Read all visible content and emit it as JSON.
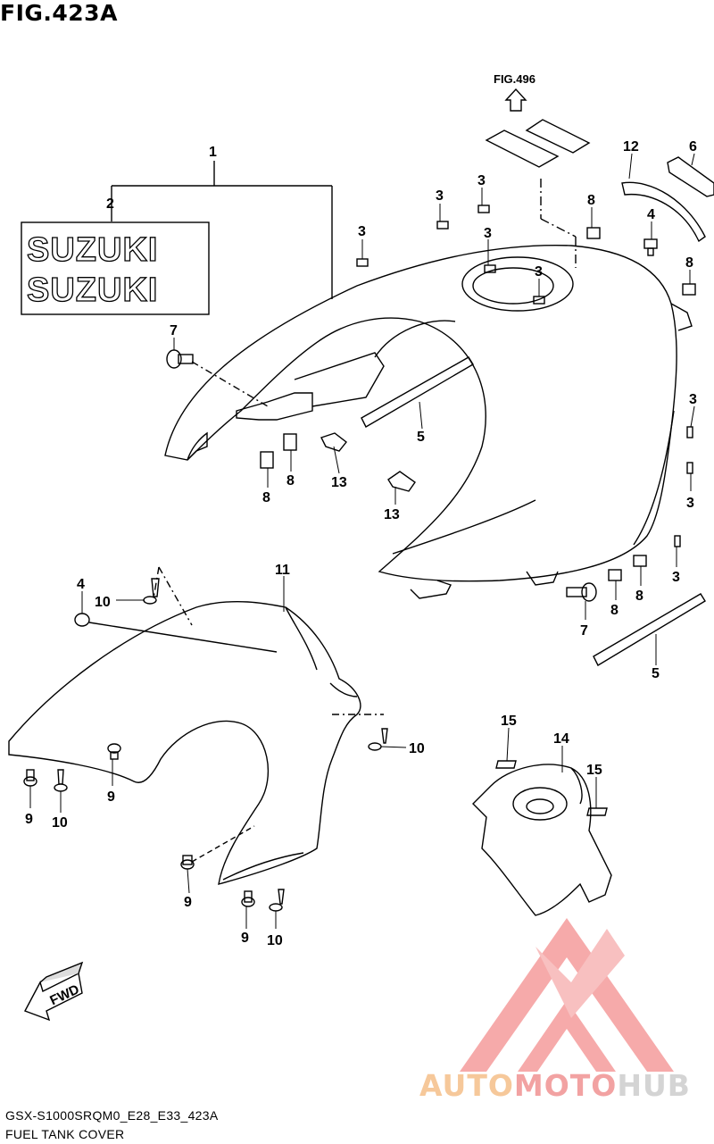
{
  "figure": {
    "title": "FIG.423A",
    "ref_label": "FIG.496",
    "code": "GSX-S1000SRQM0_E28_E33_423A",
    "caption": "FUEL TANK COVER"
  },
  "emblem": {
    "text_top": "SUZUKI",
    "text_bottom": "SUZUKI"
  },
  "forward_label": "FWD",
  "watermark": {
    "part1": "AUTO",
    "part2": "MOTO",
    "part3": "HUB"
  },
  "callouts": [
    {
      "id": "c1",
      "text": "1"
    },
    {
      "id": "c2",
      "text": "2"
    },
    {
      "id": "c3a",
      "text": "3"
    },
    {
      "id": "c3b",
      "text": "3"
    },
    {
      "id": "c3c",
      "text": "3"
    },
    {
      "id": "c3d",
      "text": "3"
    },
    {
      "id": "c3e",
      "text": "3"
    },
    {
      "id": "c3f",
      "text": "3"
    },
    {
      "id": "c3g",
      "text": "3"
    },
    {
      "id": "c3h",
      "text": "3"
    },
    {
      "id": "c4a",
      "text": "4"
    },
    {
      "id": "c4b",
      "text": "4"
    },
    {
      "id": "c5a",
      "text": "5"
    },
    {
      "id": "c5b",
      "text": "5"
    },
    {
      "id": "c6",
      "text": "6"
    },
    {
      "id": "c7a",
      "text": "7"
    },
    {
      "id": "c7b",
      "text": "7"
    },
    {
      "id": "c8a",
      "text": "8"
    },
    {
      "id": "c8b",
      "text": "8"
    },
    {
      "id": "c8c",
      "text": "8"
    },
    {
      "id": "c8d",
      "text": "8"
    },
    {
      "id": "c8e",
      "text": "8"
    },
    {
      "id": "c8f",
      "text": "8"
    },
    {
      "id": "c9a",
      "text": "9"
    },
    {
      "id": "c9b",
      "text": "9"
    },
    {
      "id": "c9c",
      "text": "9"
    },
    {
      "id": "c9d",
      "text": "9"
    },
    {
      "id": "c10a",
      "text": "10"
    },
    {
      "id": "c10b",
      "text": "10"
    },
    {
      "id": "c10c",
      "text": "10"
    },
    {
      "id": "c10d",
      "text": "10"
    },
    {
      "id": "c11",
      "text": "11"
    },
    {
      "id": "c12",
      "text": "12"
    },
    {
      "id": "c13a",
      "text": "13"
    },
    {
      "id": "c13b",
      "text": "13"
    },
    {
      "id": "c14",
      "text": "14"
    },
    {
      "id": "c15a",
      "text": "15"
    },
    {
      "id": "c15b",
      "text": "15"
    }
  ],
  "colors": {
    "watermark_orange": "#f6c89a",
    "watermark_red": "#f2a2a2",
    "watermark_gray": "#d4d4d4"
  }
}
